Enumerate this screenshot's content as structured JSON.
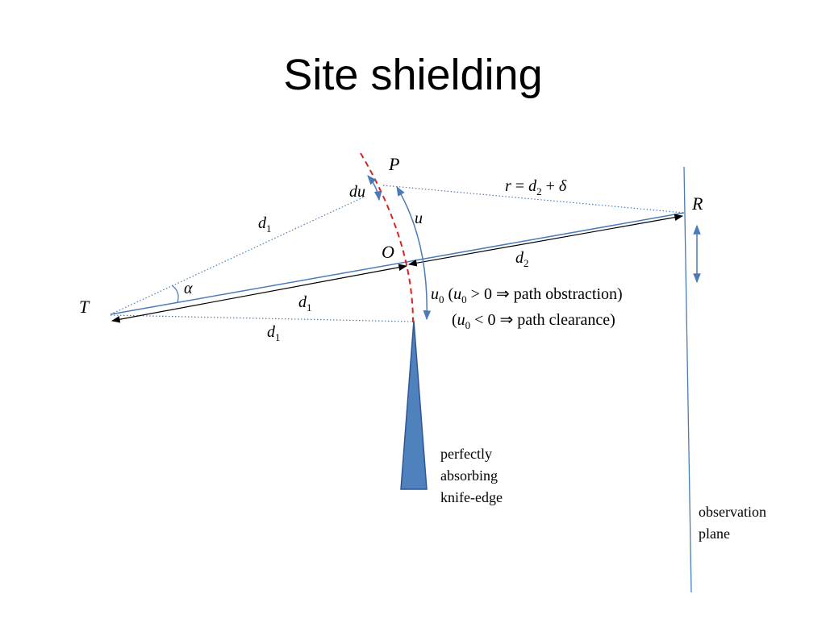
{
  "title": "Site shielding",
  "colors": {
    "line_blue": "#4a7bb7",
    "edge_fill": "#4f81bd",
    "edge_stroke": "#2f5597",
    "wavefront_red": "#e02020"
  },
  "labels": {
    "T": "T",
    "R": "R",
    "P": "P",
    "O": "O",
    "alpha": "α",
    "du": "du",
    "u": "u",
    "d": "d",
    "d1_sub": "1",
    "d2_sub": "2",
    "r_eq_prefix": "r",
    "equals": " = ",
    "plus": " + ",
    "delta": "δ",
    "u0_u": "u",
    "u0_sub": "0",
    "paren_open": " (",
    "obstruction_rel": " > 0 ⇒  path obstraction)",
    "clearance_prefix": "(",
    "clearance_rel": " < 0 ⇒  path clearance)"
  },
  "annotations": {
    "knife_edge_line1": "perfectly",
    "knife_edge_line2": "absorbing",
    "knife_edge_line3": "knife-edge",
    "observation_line1": "observation",
    "observation_line2": "plane"
  }
}
